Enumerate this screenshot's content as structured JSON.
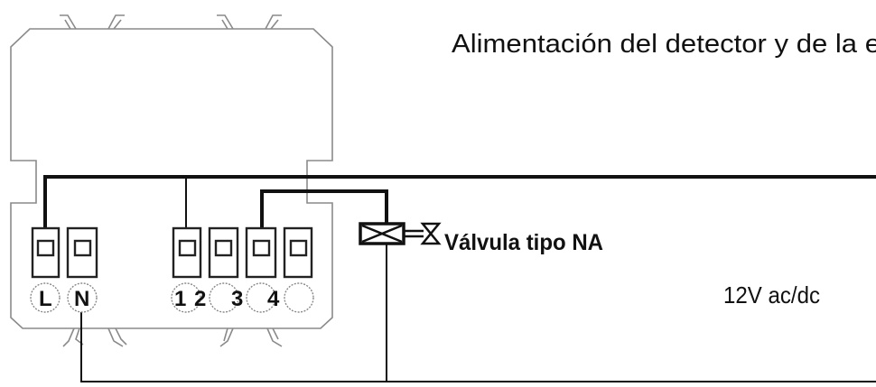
{
  "title": "Alimentación del detector y de la e",
  "valve_label": "Válvula tipo NA",
  "voltage_label": "12V ac/dc",
  "terminals": {
    "L": "L",
    "N": "N",
    "t1": "1",
    "t2": "2",
    "t3": "3",
    "t4": "4"
  },
  "colors": {
    "wire": "#111111",
    "outline": "#8a8a8a"
  }
}
